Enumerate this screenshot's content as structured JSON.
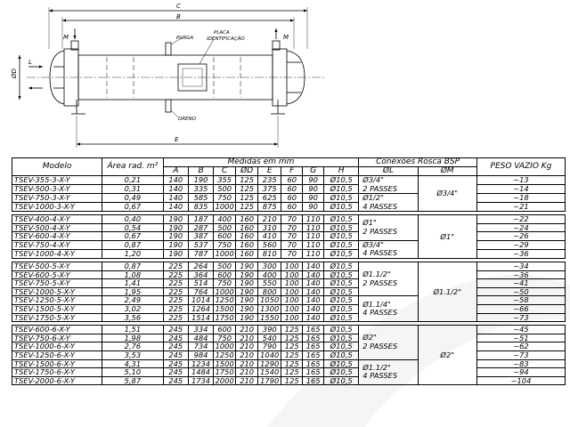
{
  "drawing": {
    "dim_labels": {
      "c": "C",
      "b": "B",
      "e": "E",
      "od": "ØD",
      "l": "L",
      "m_left": "M",
      "m_right": "M"
    },
    "callouts": {
      "purga": "PURGA",
      "placa": "PLACA",
      "identificacao": "IDENTIFICAÇÃO",
      "dreno": "DRENO"
    }
  },
  "table": {
    "headers": {
      "modelo": "Modelo",
      "area": "Área rad. m²",
      "medidas": "Medidas em mm",
      "conexoes": "Conexões Rosca BSP",
      "peso": "PESO VAZIO Kg",
      "cols": [
        "A",
        "B",
        "C",
        "ØD",
        "E",
        "F",
        "G",
        "H",
        "ØL",
        "ØM"
      ]
    },
    "groups": [
      {
        "rows": [
          [
            "TSEV-355-3-X-Y",
            "0,21",
            "140",
            "190",
            "355",
            "125",
            "235",
            "60",
            "90",
            "Ø10,5",
            "~13"
          ],
          [
            "TSEV-500-3-X-Y",
            "0,31",
            "140",
            "335",
            "500",
            "125",
            "375",
            "60",
            "90",
            "Ø10,5",
            "~14"
          ],
          [
            "TSEV-750-3-X-Y",
            "0,49",
            "140",
            "585",
            "750",
            "125",
            "625",
            "60",
            "90",
            "Ø10,5",
            "~18"
          ],
          [
            "TSEV-1000-3-X-Y",
            "0,67",
            "140",
            "835",
            "1000",
            "125",
            "875",
            "60",
            "90",
            "Ø10,5",
            "~21"
          ]
        ],
        "l_cells": [
          {
            "text": "Ø3/4\"\n2 PASSES",
            "span": 2
          },
          {
            "text": "Ø1/2\"\n4 PASSES",
            "span": 2
          }
        ],
        "m_cell": {
          "text": "Ø3/4\"",
          "span": 4
        }
      },
      {
        "rows": [
          [
            "TSEV-400-4-X-Y",
            "0,40",
            "190",
            "187",
            "400",
            "160",
            "210",
            "70",
            "110",
            "Ø10,5",
            "~22"
          ],
          [
            "TSEV-500-4-X-Y",
            "0,54",
            "190",
            "287",
            "500",
            "160",
            "310",
            "70",
            "110",
            "Ø10,5",
            "~24"
          ],
          [
            "TSEV-600-4-X-Y",
            "0,67",
            "190",
            "387",
            "600",
            "160",
            "410",
            "70",
            "110",
            "Ø10,5",
            "~26"
          ],
          [
            "TSEV-750-4-X-Y",
            "0,87",
            "190",
            "537",
            "750",
            "160",
            "560",
            "70",
            "110",
            "Ø10,5",
            "~29"
          ],
          [
            "TSEV-1000-4-X-Y",
            "1,20",
            "190",
            "787",
            "1000",
            "160",
            "810",
            "70",
            "110",
            "Ø10,5",
            "~36"
          ]
        ],
        "l_cells": [
          {
            "text": "Ø1\"\n2 PASSES",
            "span": 3
          },
          {
            "text": "Ø3/4\"\n4 PASSES",
            "span": 2
          }
        ],
        "m_cell": {
          "text": "Ø1\"",
          "span": 5
        }
      },
      {
        "rows": [
          [
            "TSEV-500-5-X-Y",
            "0,87",
            "225",
            "264",
            "500",
            "190",
            "300",
            "100",
            "140",
            "Ø10,5",
            "~34"
          ],
          [
            "TSEV-600-5-X-Y",
            "1,08",
            "225",
            "364",
            "600",
            "190",
            "400",
            "100",
            "140",
            "Ø10,5",
            "~36"
          ],
          [
            "TSEV-750-5-X-Y",
            "1,41",
            "225",
            "514",
            "750",
            "190",
            "550",
            "100",
            "140",
            "Ø10,5",
            "~41"
          ],
          [
            "TSEV-1000-5-X-Y",
            "1,95",
            "225",
            "764",
            "1000",
            "190",
            "800",
            "100",
            "140",
            "Ø10,5",
            "~50"
          ],
          [
            "TSEV-1250-5-X-Y",
            "2,49",
            "225",
            "1014",
            "1250",
            "190",
            "1050",
            "100",
            "140",
            "Ø10,5",
            "~58"
          ],
          [
            "TSEV-1500-5-X-Y",
            "3,02",
            "225",
            "1264",
            "1500",
            "190",
            "1300",
            "100",
            "140",
            "Ø10,5",
            "~66"
          ],
          [
            "TSEV-1750-5-X-Y",
            "3,56",
            "225",
            "1514",
            "1750",
            "190",
            "1550",
            "100",
            "140",
            "Ø10,5",
            "~73"
          ]
        ],
        "l_cells": [
          {
            "text": "Ø1.1/2\"\n2 PASSES",
            "span": 4
          },
          {
            "text": "Ø1.1/4\"\n4 PASSES",
            "span": 3
          }
        ],
        "m_cell": {
          "text": "Ø1.1/2\"",
          "span": 7
        }
      },
      {
        "rows": [
          [
            "TSEV-600-6-X-Y",
            "1,51",
            "245",
            "334",
            "600",
            "210",
            "390",
            "125",
            "165",
            "Ø10,5",
            "~45"
          ],
          [
            "TSEV-750-6-X-Y",
            "1,98",
            "245",
            "484",
            "750",
            "210",
            "540",
            "125",
            "165",
            "Ø10,5",
            "~51"
          ],
          [
            "TSEV-1000-6-X-Y",
            "2,76",
            "245",
            "734",
            "1000",
            "210",
            "790",
            "125",
            "165",
            "Ø10,5",
            "~62"
          ],
          [
            "TSEV-1250-6-X-Y",
            "3,53",
            "245",
            "984",
            "1250",
            "210",
            "1040",
            "125",
            "165",
            "Ø10,5",
            "~73"
          ],
          [
            "TSEV-1500-6-X-Y",
            "4,31",
            "245",
            "1234",
            "1500",
            "210",
            "1290",
            "125",
            "165",
            "Ø10,5",
            "~83"
          ],
          [
            "TSEV-1750-6-X-Y",
            "5,10",
            "245",
            "1484",
            "1750",
            "210",
            "1540",
            "125",
            "165",
            "Ø10,5",
            "~94"
          ],
          [
            "TSEV-2000-6-X-Y",
            "5,87",
            "245",
            "1734",
            "2000",
            "210",
            "1790",
            "125",
            "165",
            "Ø10,5",
            "~104"
          ]
        ],
        "l_cells": [
          {
            "text": "Ø2\"\n2 PASSES",
            "span": 4
          },
          {
            "text": "Ø1.1/2\"\n4 PASSES",
            "span": 3
          }
        ],
        "m_cell": {
          "text": "Ø2\"",
          "span": 7
        }
      }
    ]
  }
}
